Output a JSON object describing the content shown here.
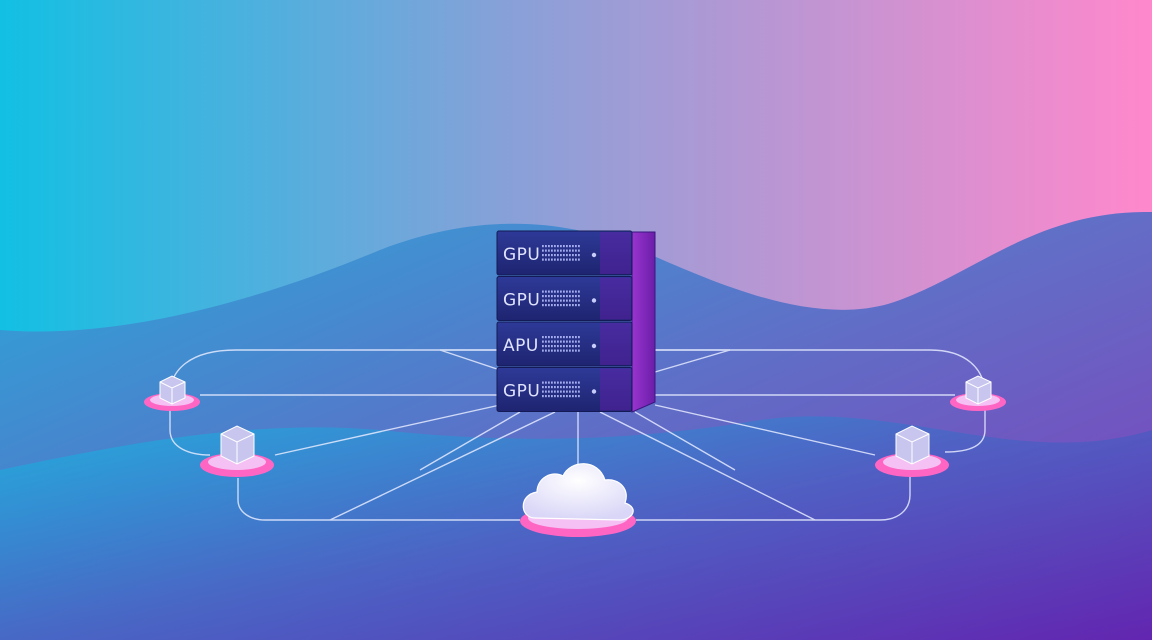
{
  "server_rack": {
    "units": [
      {
        "label": "GPU"
      },
      {
        "label": "GPU"
      },
      {
        "label": "APU"
      },
      {
        "label": "GPU"
      }
    ]
  },
  "icons": {
    "server": "server-rack-icon",
    "cloud": "cloud-icon",
    "node": "cube-node-icon"
  },
  "colors": {
    "background_left": "#0fc6e6",
    "background_right": "#ff88cc",
    "background_bottom_right": "#5a1fb0",
    "rack_front": "#27318c",
    "rack_side": "#8a2ec4",
    "node_base": "#ff66c4",
    "connection_line": "#e6ebff",
    "cloud_fill": "#eceaff"
  }
}
